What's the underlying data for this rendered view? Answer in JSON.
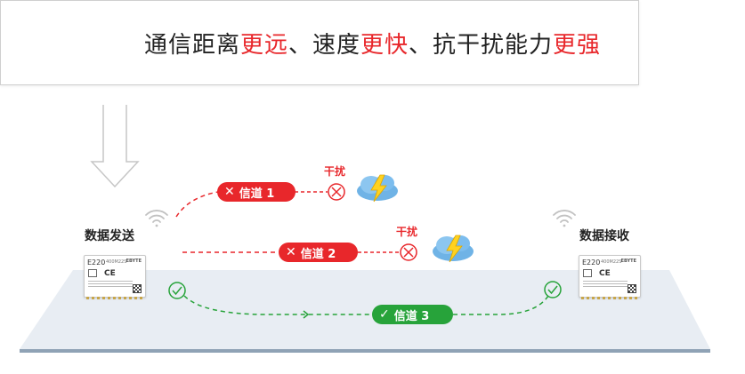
{
  "headline": {
    "segments": [
      {
        "text": "通信距离",
        "highlight": false
      },
      {
        "text": "更远",
        "highlight": true
      },
      {
        "text": "、速度",
        "highlight": false
      },
      {
        "text": "更快",
        "highlight": true
      },
      {
        "text": "、抗干扰能力",
        "highlight": false
      },
      {
        "text": "更强",
        "highlight": true
      }
    ]
  },
  "colors": {
    "highlight": "#e8272b",
    "fail": "#e8272b",
    "ok": "#27a33a",
    "text": "#222222"
  },
  "sender": {
    "label": "数据发送",
    "module_name": "E220",
    "module_part": "400M22S",
    "brand": "EBYTE",
    "cert": "CE"
  },
  "receiver": {
    "label": "数据接收",
    "module_name": "E220",
    "module_part": "400M22S",
    "brand": "EBYTE",
    "cert": "CE"
  },
  "channels": [
    {
      "label": "信道 1",
      "status": "fail",
      "mark": "✕",
      "interference": "干扰"
    },
    {
      "label": "信道 2",
      "status": "fail",
      "mark": "✕",
      "interference": "干扰"
    },
    {
      "label": "信道 3",
      "status": "ok",
      "mark": "✓"
    }
  ],
  "icons": [
    "wifi-signal-icon",
    "cross-circle-icon",
    "check-circle-icon",
    "lightning-cloud-icon",
    "down-arrow-icon"
  ]
}
